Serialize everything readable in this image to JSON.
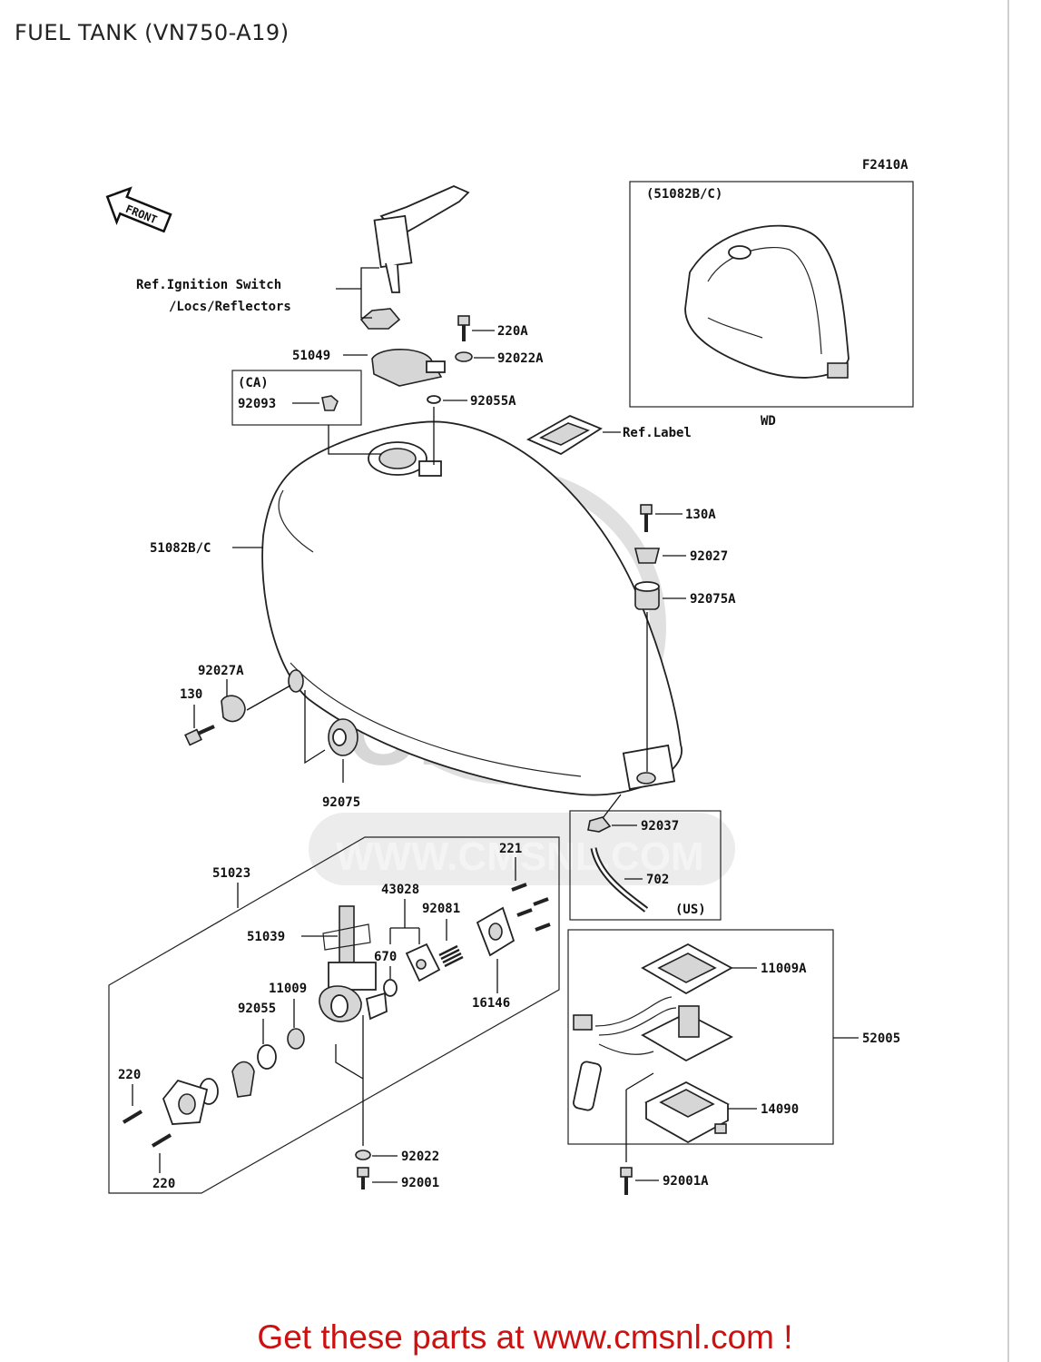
{
  "page": {
    "title": "FUEL TANK (VN750-A19)",
    "footer": "Get these parts at www.cmsnl.com !"
  },
  "diagram": {
    "figure_code": "F2410A",
    "front_label": "FRONT",
    "inset_top": {
      "heading": "(51082B/C)",
      "caption": "WD"
    },
    "inset_us": {
      "caption": "(US)"
    },
    "inset_ca": {
      "caption": "(CA)"
    },
    "ref_ignition_line1": "Ref.Ignition Switch",
    "ref_ignition_line2": "/Locs/Reflectors",
    "ref_label": "Ref.Label",
    "watermark_site": "WWW.CMSNL.COM",
    "watermark_logo": "CMS",
    "part_numbers": {
      "p220A": "220A",
      "p51049": "51049",
      "p92022A": "92022A",
      "p92093": "92093",
      "p92055A": "92055A",
      "p51082BC": "51082B/C",
      "p130A": "130A",
      "p92027": "92027",
      "p92075A": "92075A",
      "p92027A": "92027A",
      "p130": "130",
      "p92075": "92075",
      "p92037": "92037",
      "p702": "702",
      "p51023": "51023",
      "p221": "221",
      "p43028": "43028",
      "p92081": "92081",
      "p51039": "51039",
      "p670": "670",
      "p11009": "11009",
      "p92055": "92055",
      "p16146": "16146",
      "p220_top": "220",
      "p220_bottom": "220",
      "p92022": "92022",
      "p92001": "92001",
      "p11009A": "11009A",
      "p52005": "52005",
      "p14090": "14090",
      "p92001A": "92001A"
    }
  },
  "colors": {
    "footer_red": "#cc1111",
    "line": "#111111",
    "watermark": "#d3d3d3"
  }
}
